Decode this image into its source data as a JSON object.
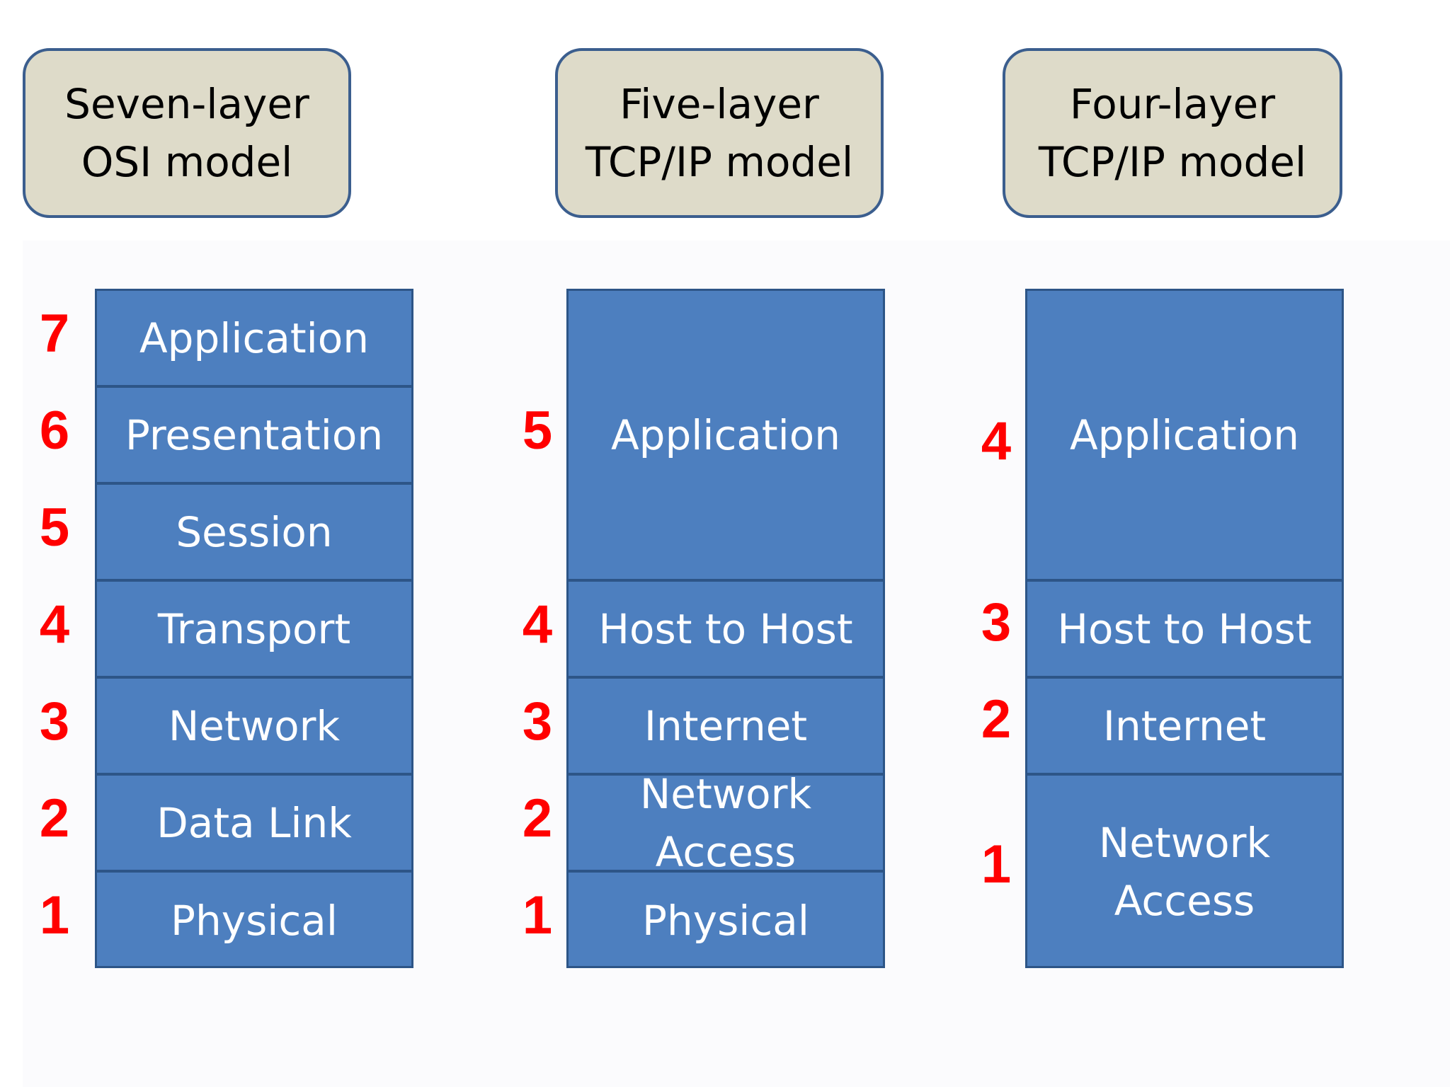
{
  "models": [
    {
      "title_lines": [
        "Seven-layer",
        "OSI model"
      ],
      "layers": [
        {
          "number": "7",
          "name_lines": [
            "Application"
          ]
        },
        {
          "number": "6",
          "name_lines": [
            "Presentation"
          ]
        },
        {
          "number": "5",
          "name_lines": [
            "Session"
          ]
        },
        {
          "number": "4",
          "name_lines": [
            "Transport"
          ]
        },
        {
          "number": "3",
          "name_lines": [
            "Network"
          ]
        },
        {
          "number": "2",
          "name_lines": [
            "Data Link"
          ]
        },
        {
          "number": "1",
          "name_lines": [
            "Physical"
          ]
        }
      ]
    },
    {
      "title_lines": [
        "Five-layer",
        "TCP/IP model"
      ],
      "layers": [
        {
          "number": "5",
          "name_lines": [
            "Application"
          ]
        },
        {
          "number": "4",
          "name_lines": [
            "Host to Host"
          ]
        },
        {
          "number": "3",
          "name_lines": [
            "Internet"
          ]
        },
        {
          "number": "2",
          "name_lines": [
            "Network",
            "Access"
          ]
        },
        {
          "number": "1",
          "name_lines": [
            "Physical"
          ]
        }
      ]
    },
    {
      "title_lines": [
        "Four-layer",
        "TCP/IP model"
      ],
      "layers": [
        {
          "number": "4",
          "name_lines": [
            "Application"
          ]
        },
        {
          "number": "3",
          "name_lines": [
            "Host to Host"
          ]
        },
        {
          "number": "2",
          "name_lines": [
            "Internet"
          ]
        },
        {
          "number": "1",
          "name_lines": [
            "Network",
            "Access"
          ]
        }
      ]
    }
  ],
  "colors": {
    "header_fill": "#dedbc9",
    "header_border": "#3b5e8e",
    "layer_fill": "#4d7fbf",
    "layer_border": "#2d5587",
    "layer_text": "#ffffff",
    "number_text": "#ff0000"
  }
}
